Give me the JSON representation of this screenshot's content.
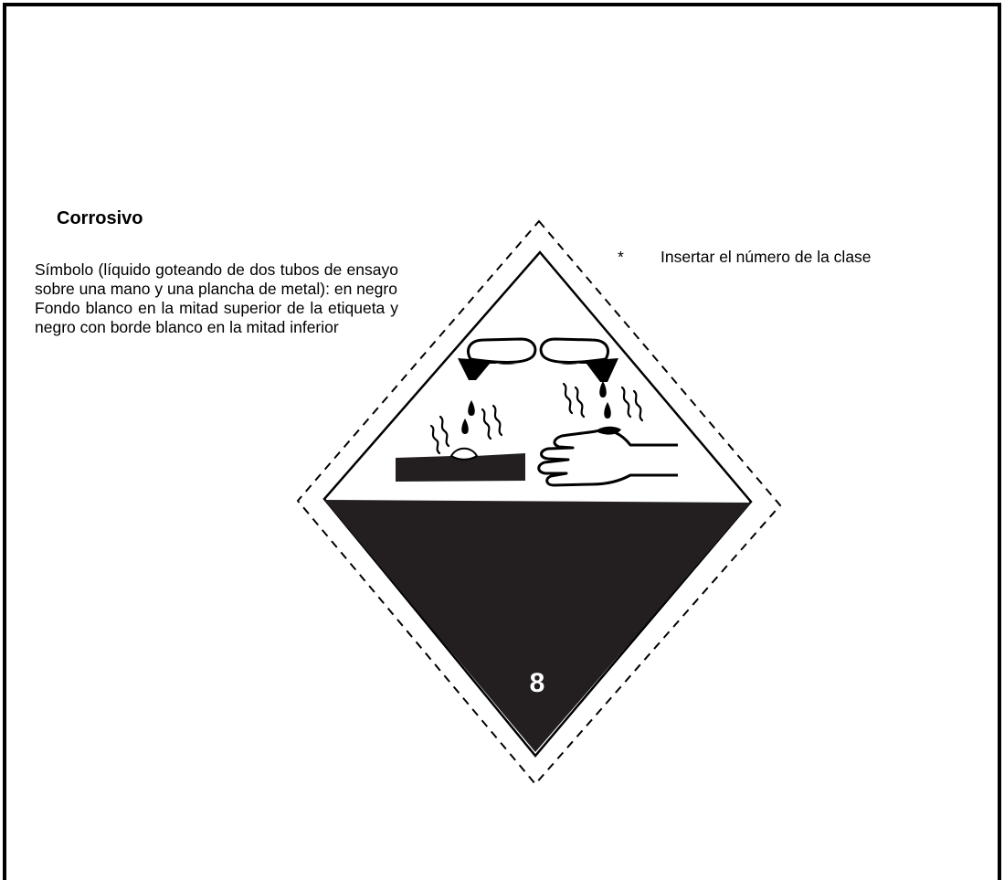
{
  "title": "Corrosivo",
  "description": {
    "paragraph_1": "Símbolo (líquido goteando de dos tubos de ensayo sobre una mano y una plancha de metal): en negro",
    "paragraph_2": "Fondo blanco en la mitad superior de la etiqueta y negro con borde blanco en la mitad inferior"
  },
  "note": {
    "marker": "*",
    "text": "Insertar el número de la clase"
  },
  "label": {
    "class_number": "8",
    "colors": {
      "symbol": "#000000",
      "upper_background": "#ffffff",
      "lower_background": "#231f20",
      "border": "#ffffff",
      "class_number": "#ffffff"
    }
  }
}
